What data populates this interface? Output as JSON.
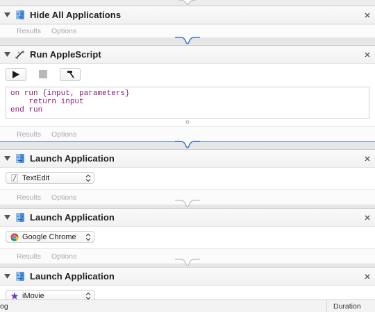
{
  "actions": [
    {
      "title": "Hide All Applications",
      "icon": "finder-icon",
      "footer": {
        "results": "Results",
        "options": "Options"
      }
    },
    {
      "title": "Run AppleScript",
      "icon": "script-icon",
      "toolbar": {
        "run": "run",
        "stop": "stop",
        "compile": "compile"
      },
      "script_lines": [
        "on run {input, parameters}",
        "    return input",
        "end run"
      ],
      "footer": {
        "results": "Results",
        "options": "Options"
      }
    },
    {
      "title": "Launch Application",
      "icon": "finder-icon",
      "app": {
        "name": "TextEdit",
        "icon": "textedit-icon"
      },
      "footer": {
        "results": "Results",
        "options": "Options"
      }
    },
    {
      "title": "Launch Application",
      "icon": "finder-icon",
      "app": {
        "name": "Google Chrome",
        "icon": "chrome-icon"
      },
      "footer": {
        "results": "Results",
        "options": "Options"
      }
    },
    {
      "title": "Launch Application",
      "icon": "finder-icon",
      "app": {
        "name": "iMovie",
        "icon": "imovie-icon"
      }
    }
  ],
  "statusbar": {
    "log": "og",
    "duration": "Duration"
  },
  "colors": {
    "selection": "#3a78c8",
    "script": "#8b1f7a"
  }
}
